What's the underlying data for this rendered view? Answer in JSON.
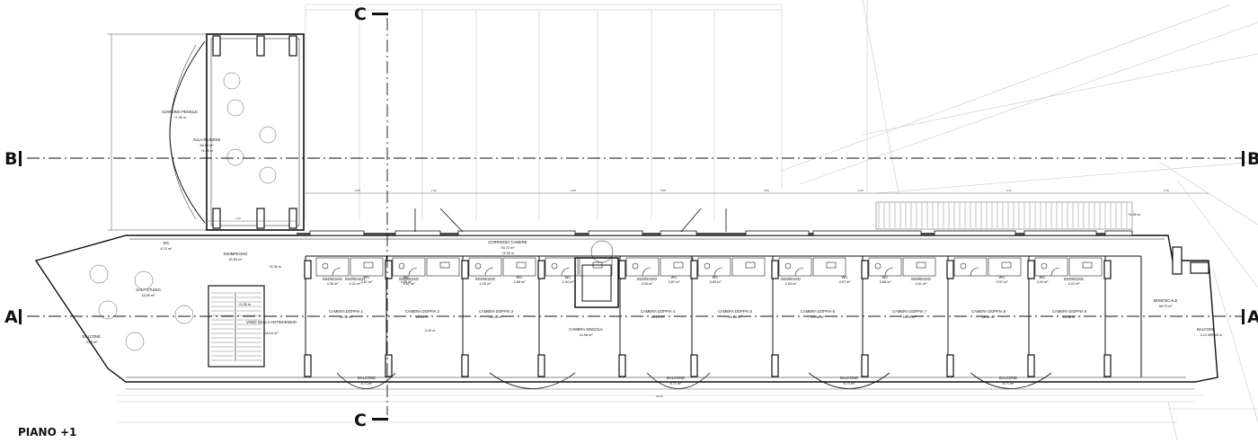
{
  "floor_label": "PIANO +1",
  "sections": {
    "b_left": "B",
    "b_right": "B",
    "a_left": "A",
    "a_right": "A",
    "c_top": "C",
    "c_bottom": "C"
  },
  "rooms": {
    "giardino_pensile": {
      "name": "GIARDINO PENSILE",
      "area": "+7.99 m"
    },
    "aula_riunioni": {
      "name": "AULA RIUNIONI",
      "area": "54.95 m²",
      "level": "+3.35 m"
    },
    "disimpegno": {
      "name": "DISIMPEGNO",
      "area": "30.83 m²"
    },
    "sala_studio": {
      "name": "SALA STUDIO",
      "area": "43.89 m²"
    },
    "balcone_left": {
      "name": "BALCONE",
      "area": "9.08 m²"
    },
    "vano_scala": {
      "name": "VANO SCALA ANTINCENDIO",
      "area": "18.10 m²"
    },
    "wc_small": {
      "name": "WC",
      "area": "6.70 m²"
    },
    "corridoio": {
      "name": "CORRIDOIO CAMERE",
      "area": "93.72 m²",
      "level": "+3.35 m"
    },
    "camera_1": {
      "name": "CAMERA DOPPIA 1",
      "area": "18.73 m²"
    },
    "camera_2": {
      "name": "CAMERA DOPPIA 2",
      "area": "18.31 m²"
    },
    "camera_3": {
      "name": "CAMERA DOPPIA 3",
      "area": "18.31 m²"
    },
    "camera_singola": {
      "name": "CAMERA SINGOLA",
      "area": "14.98 m²"
    },
    "camera_4": {
      "name": "CAMERA DOPPIA 4",
      "area": "18.15 m²"
    },
    "camera_5": {
      "name": "CAMERA DOPPIA 5",
      "area": "18.88 m²"
    },
    "camera_6": {
      "name": "CAMERA DOPPIA 6",
      "area": "20.58 m²"
    },
    "camera_7": {
      "name": "CAMERA DOPPIA 7",
      "area": "18.93 m²"
    },
    "camera_8": {
      "name": "CAMERA DOPPIA 8",
      "area": "18.44 m²"
    },
    "camera_9": {
      "name": "CAMERA DOPPIA 9",
      "area": "18.48 m²"
    },
    "monoscale": {
      "name": "MONOSCALE",
      "area": "38.79 m²"
    },
    "balcone_right": {
      "name": "BALCONE",
      "area": "3.12 m²"
    },
    "balcone_1": {
      "name": "BALCONE",
      "area": "6.71 m²"
    },
    "balcone_2": {
      "name": "BALCONE",
      "area": "6.71 m²"
    },
    "balcone_3": {
      "name": "BALCONE",
      "area": "6.71 m²"
    },
    "balcone_4": {
      "name": "BALCONE",
      "area": "6.71 m²"
    }
  },
  "level_marks": {
    "corridor_left": "+3.35 m",
    "stair": "+3.35 m",
    "room_mid": "-3.40 m",
    "right": "+3.35 m",
    "corridor_right": "+3.35 m"
  },
  "bath": {
    "ingresso": "INGRESSO",
    "wc": "WC",
    "ingresso_areas": [
      "4.35 m²",
      "4.01 m²",
      "4.61 m²",
      "4.25 m²",
      "3.93 m²",
      "3.53 m²",
      "4.61 m²",
      "4.22 m²"
    ],
    "wc_areas": [
      "3.87 m²",
      "3.85 m²",
      "3.85 m²",
      "2.94 m²",
      "3.87 m²",
      "3.85 m²",
      "3.97 m²",
      "3.88 m²",
      "3.97 m²",
      "3.94 m²"
    ]
  },
  "dimensions": [
    "6.80",
    "1.40",
    "6.55",
    "5.95",
    "4.50",
    "6.20",
    "6.21",
    "2.20",
    "1.20",
    "29.25"
  ]
}
